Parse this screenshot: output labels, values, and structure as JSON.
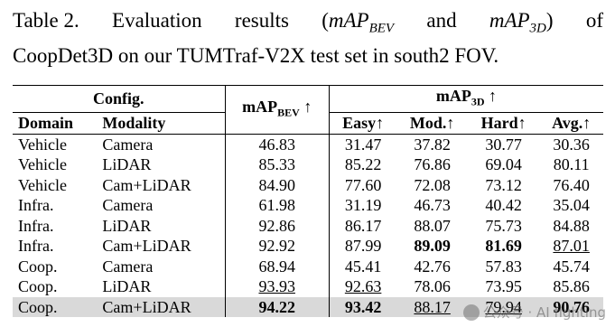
{
  "caption": {
    "label": "Table 2.",
    "text_a": "Evaluation",
    "text_b": "results",
    "open": "(",
    "m1_base": "mAP",
    "m1_sub": "BEV",
    "and": "and",
    "m2_base": "mAP",
    "m2_sub": "3D",
    "close": ")",
    "of": "of",
    "line2": "CoopDet3D on our TUMTraf-V2X test set in south2 FOV."
  },
  "table": {
    "group_config": "Config.",
    "group_bev_base": "mAP",
    "group_bev_sub": "BEV",
    "group_3d_base": "mAP",
    "group_3d_sub": "3D",
    "arrow": "↑",
    "col_domain": "Domain",
    "col_modality": "Modality",
    "col_easy": "Easy↑",
    "col_mod": "Mod.↑",
    "col_hard": "Hard↑",
    "col_avg": "Avg.↑",
    "rows": [
      {
        "domain": "Vehicle",
        "modality": "Camera",
        "bev": "46.83",
        "easy": "31.47",
        "mod": "37.82",
        "hard": "30.77",
        "avg": "30.36"
      },
      {
        "domain": "Vehicle",
        "modality": "LiDAR",
        "bev": "85.33",
        "easy": "85.22",
        "mod": "76.86",
        "hard": "69.04",
        "avg": "80.11"
      },
      {
        "domain": "Vehicle",
        "modality": "Cam+LiDAR",
        "bev": "84.90",
        "easy": "77.60",
        "mod": "72.08",
        "hard": "73.12",
        "avg": "76.40"
      },
      {
        "domain": "Infra.",
        "modality": "Camera",
        "bev": "61.98",
        "easy": "31.19",
        "mod": "46.73",
        "hard": "40.42",
        "avg": "35.04"
      },
      {
        "domain": "Infra.",
        "modality": "LiDAR",
        "bev": "92.86",
        "easy": "86.17",
        "mod": "88.07",
        "hard": "75.73",
        "avg": "84.88"
      },
      {
        "domain": "Infra.",
        "modality": "Cam+LiDAR",
        "bev": "92.92",
        "easy": "87.99",
        "mod": "89.09",
        "hard": "81.69",
        "avg": "87.01"
      },
      {
        "domain": "Coop.",
        "modality": "Camera",
        "bev": "68.94",
        "easy": "45.41",
        "mod": "42.76",
        "hard": "57.83",
        "avg": "45.74"
      },
      {
        "domain": "Coop.",
        "modality": "LiDAR",
        "bev": "93.93",
        "easy": "92.63",
        "mod": "78.06",
        "hard": "73.95",
        "avg": "85.86"
      },
      {
        "domain": "Coop.",
        "modality": "Cam+LiDAR",
        "bev": "94.22",
        "easy": "93.42",
        "mod": "88.17",
        "hard": "79.94",
        "avg": "90.76"
      }
    ]
  },
  "watermark": {
    "text": "公众号 · AI fighting"
  }
}
